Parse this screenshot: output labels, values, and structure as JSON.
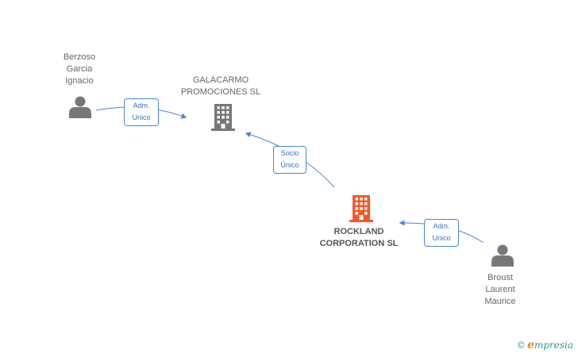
{
  "nodes": {
    "berzoso": {
      "name_lines": [
        "Berzoso",
        "Garcia",
        "Ignacio"
      ]
    },
    "galacarmo": {
      "name_lines": [
        "GALACARMO",
        "PROMOCIONES SL"
      ]
    },
    "rockland": {
      "name_lines": [
        "ROCKLAND",
        "CORPORATION SL"
      ]
    },
    "broust": {
      "name_lines": [
        "Broust",
        "Laurent",
        "Maurice"
      ]
    }
  },
  "edges": {
    "berzoso_galacarmo": {
      "label_lines": [
        "Adm.",
        "Unico"
      ]
    },
    "rockland_galacarmo": {
      "label_lines": [
        "Socio",
        "Único"
      ]
    },
    "broust_rockland": {
      "label_lines": [
        "Adm.",
        "Unico"
      ]
    }
  },
  "watermark": {
    "copyright": "©",
    "brand_first": "e",
    "brand_rest": "mpresia"
  },
  "colors": {
    "person": "#777777",
    "company": "#777777",
    "main_company": "#f05a2a",
    "edge": "#4a86d0"
  },
  "icons": {
    "person": "person-icon",
    "company": "building-icon"
  }
}
